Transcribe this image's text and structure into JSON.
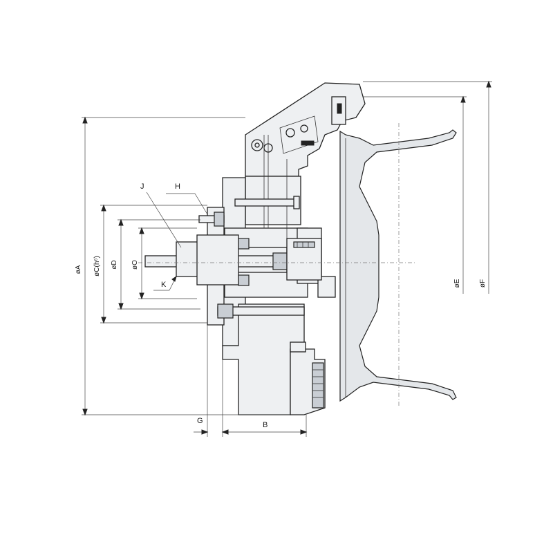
{
  "labels": {
    "A": "øA",
    "B": "B",
    "C": "øC(h⁶)",
    "D": "øD",
    "O": "øO",
    "E": "øE",
    "F": "øF",
    "G": "G",
    "H": "H",
    "J": "J",
    "K": "K"
  }
}
